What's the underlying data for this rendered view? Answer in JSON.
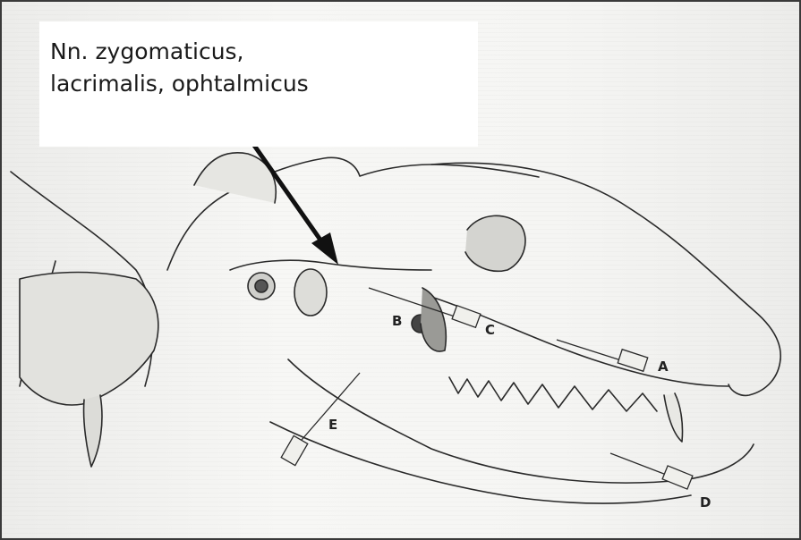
{
  "callout": {
    "line1": "Nn. zygomaticus,",
    "line2": "lacrimalis, ophtalmicus"
  },
  "labels": {
    "A": "A",
    "B": "B",
    "C": "C",
    "D": "D",
    "E": "E"
  },
  "colors": {
    "frame": "#3a3a3a",
    "ink": "#2a2a2a",
    "arrow": "#111111",
    "text": "#1a1a1a"
  }
}
